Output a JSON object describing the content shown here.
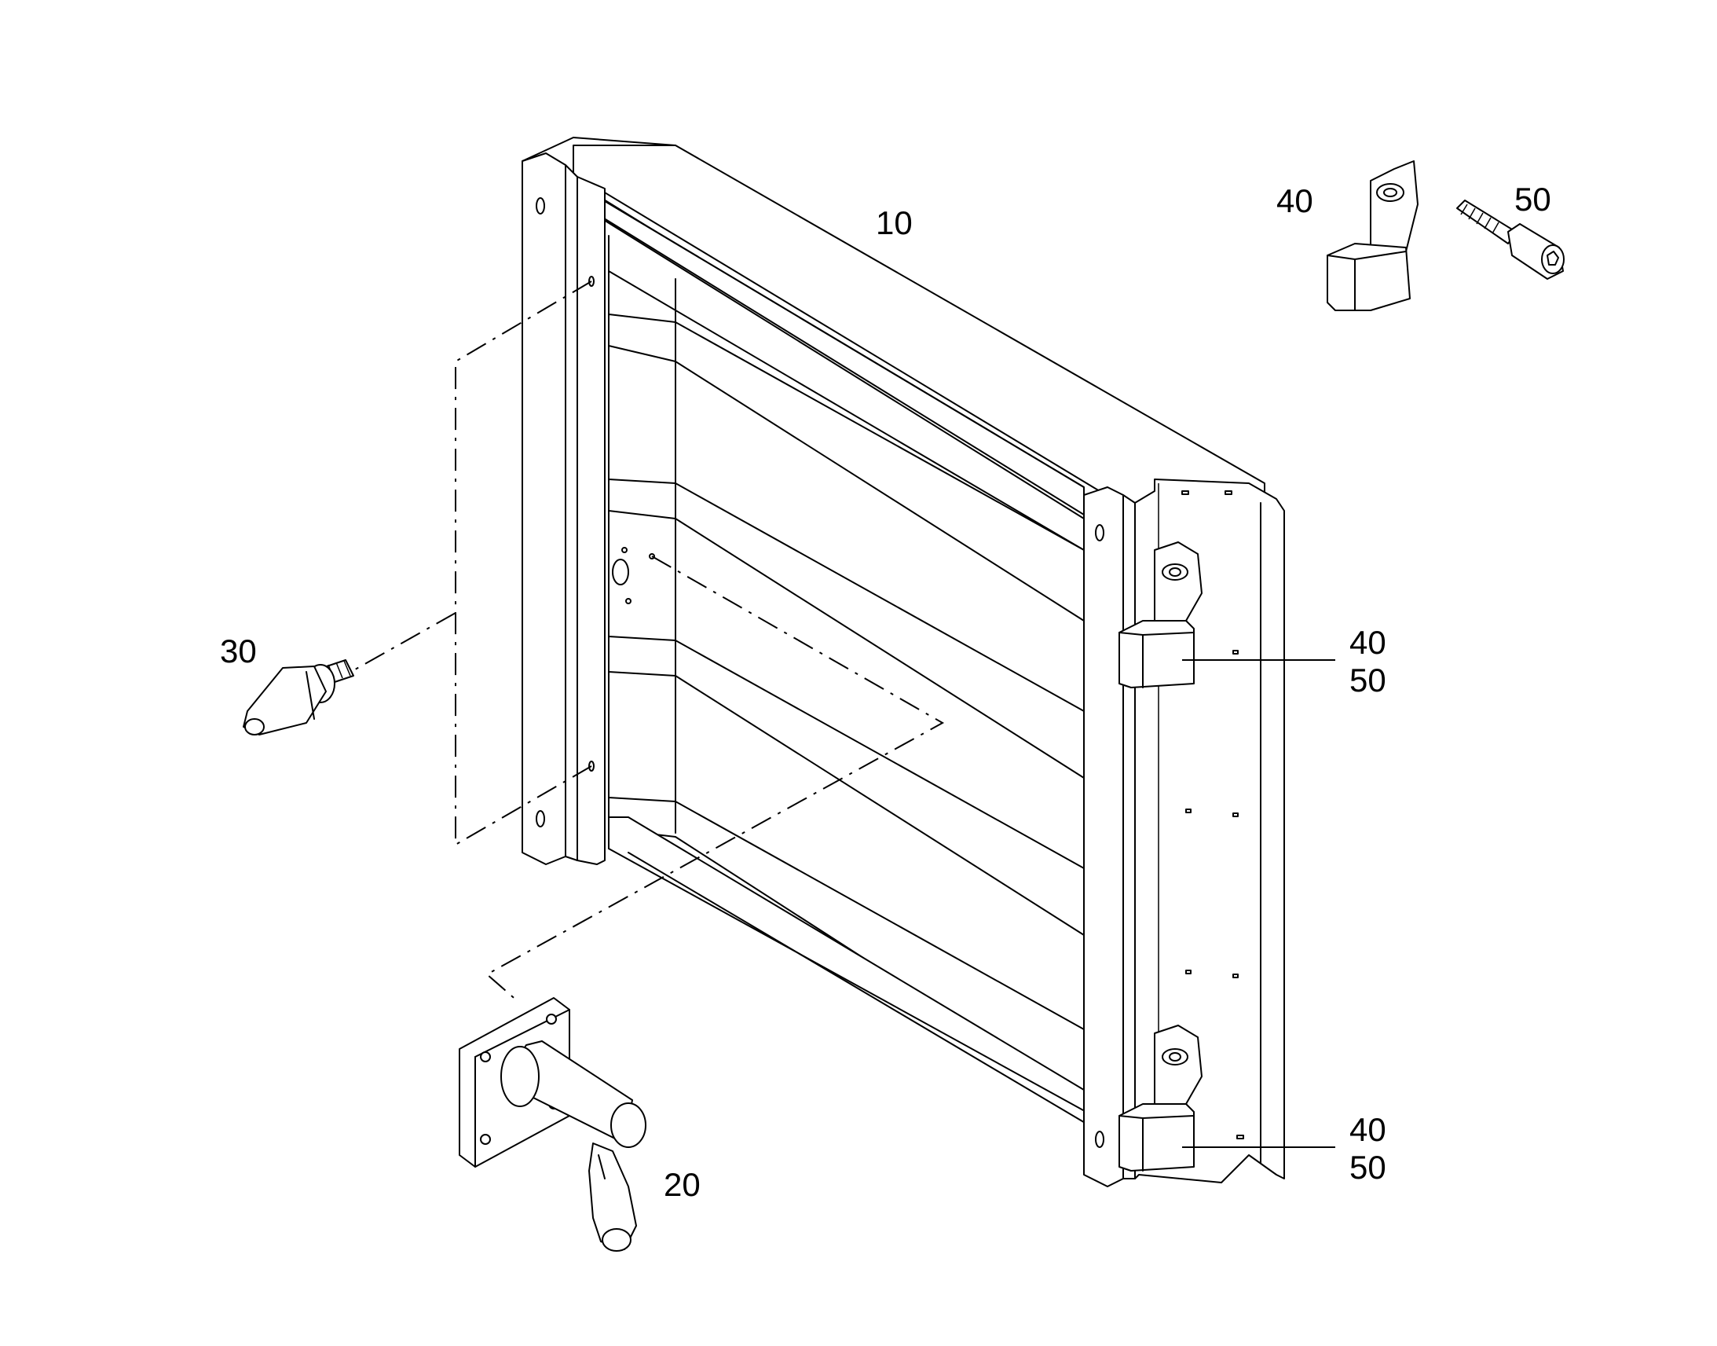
{
  "callouts": {
    "frame": "10",
    "lever": "20",
    "bolt": "30",
    "hinge_top_right": "40",
    "screw_top_right": "50",
    "hinge_upper_40": "40",
    "hinge_upper_50": "50",
    "hinge_lower_40": "40",
    "hinge_lower_50": "50"
  },
  "colors": {
    "line": "#000000",
    "background": "#ffffff"
  }
}
